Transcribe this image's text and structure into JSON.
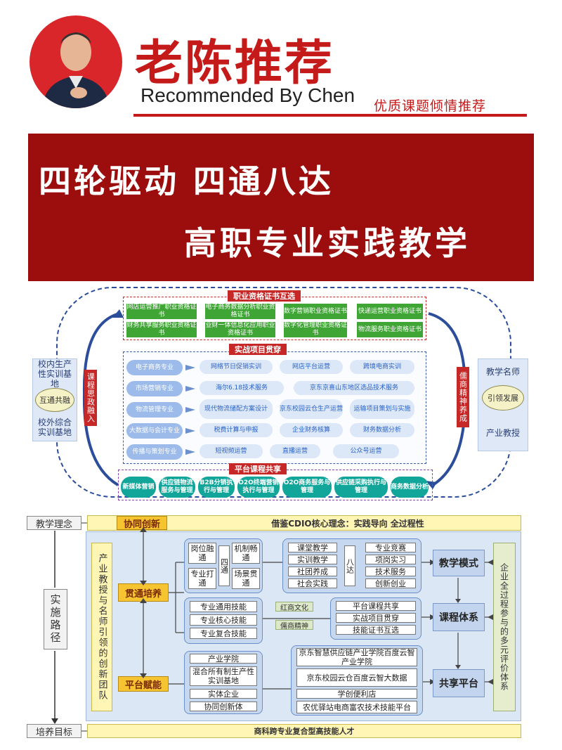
{
  "header": {
    "brand_title": "老陈推荐",
    "brand_sub": "Recommended By  Chen",
    "tagline": "优质课题倾情推荐"
  },
  "banner": {
    "line1": "四轮驱动 四通八达",
    "line2": "高职专业实践教学"
  },
  "diagram1": {
    "cert_title": "职业资格证书互选",
    "certs": [
      "网店运营推广职业资格证书",
      "电子商务数据分析职业资格证书",
      "数字营销职业资格证书",
      "快递运营职业资格证书",
      "财务共享服务职业资格证书",
      "业财一体信息化应用职业资格证书",
      "数字化管理职业资格证书",
      "物流服务职业资格证书"
    ],
    "proj_title": "实战项目贯穿",
    "majors": [
      "电子商务专业",
      "市场营销专业",
      "物流管理专业",
      "大数据与会计专业",
      "传播与策划专业"
    ],
    "projects": [
      [
        "网络节日促销实训",
        "网店平台运营",
        "跨境电商实训"
      ],
      [
        "海尔6.18技术服务",
        "京东京喜山东地区选品技术服务"
      ],
      [
        "现代物流储配方案设计",
        "京东校园云仓生产运营",
        "运输项目策划与实施"
      ],
      [
        "税费计算与申报",
        "企业财务核算",
        "财务数据分析"
      ],
      [
        "短视频运营",
        "直播运营",
        "公众号运营"
      ]
    ],
    "plat_title": "平台课程共享",
    "platforms": [
      "新媒体营销",
      "供应链物流服务与管理",
      "B2B分销执行与管理",
      "O2O终端营销执行与管理",
      "O2O商务服务与管理",
      "供应链采购执行与管理",
      "商务数据分析"
    ],
    "left_top": "校内生产性实训基地",
    "left_oval": "互通共融",
    "left_bottom": "校外综合实训基地",
    "left_vertical": "课程思政融入",
    "right_top": "教学名师",
    "right_oval": "引领发展",
    "right_bottom": "产业教授",
    "right_vertical": "儒商精神养成"
  },
  "diagram2": {
    "label_concept": "教学理念",
    "label_path": "实施路径",
    "label_goal": "培养目标",
    "innovation": "协同创新",
    "cdio": "借鉴CDIO核心理念：实践导向 全过程性",
    "left_team": "产业教授与名师引领的创新团队",
    "through": "贯通培养",
    "empower": "平台赋能",
    "four_items": [
      "岗位融通",
      "机制畅通",
      "专业打通",
      "场景贯通"
    ],
    "four_center": "四通",
    "eight_left": [
      "课堂教学",
      "实训教学",
      "社团养成",
      "社会实践"
    ],
    "eight_center": "八达",
    "eight_right": [
      "专业竞赛",
      "项岗实习",
      "技术服务",
      "创新创业"
    ],
    "skills": [
      "专业通用技能",
      "专业核心技能",
      "专业复合技能"
    ],
    "culture1": "红商文化",
    "culture2": "儒商精神",
    "platform_list": [
      "平台课程共享",
      "实战项目贯穿",
      "技能证书互选"
    ],
    "industry": [
      "产业学院",
      "混合所有制生产性实训基地",
      "实体企业",
      "协同创新体"
    ],
    "jd": [
      "京东智慧供应链产业学院百度云智产业学院",
      "京东校园云仓百度云智大数据",
      "学创便利店",
      "农优驿站电商富农技术技能平台"
    ],
    "teach_mode": "教学模式",
    "curriculum": "课程体系",
    "share_platform": "共享平台",
    "eval": "企业全过程参与的多元评价体系",
    "goal": "商科跨专业复合型高技能人才"
  }
}
